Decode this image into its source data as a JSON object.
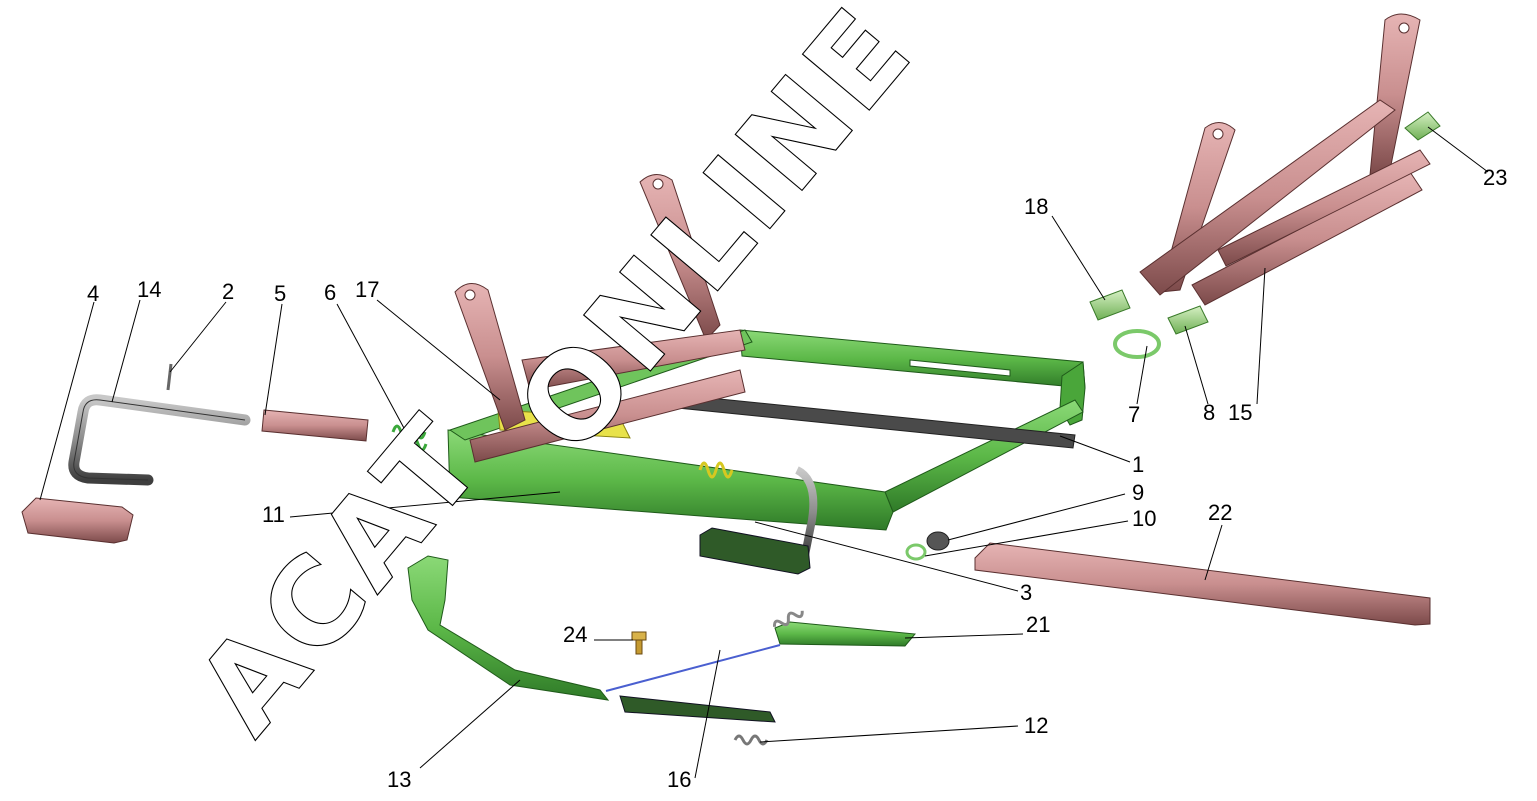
{
  "callouts": [
    {
      "id": "c4",
      "label": "4"
    },
    {
      "id": "c14",
      "label": "14"
    },
    {
      "id": "c2",
      "label": "2"
    },
    {
      "id": "c5",
      "label": "5"
    },
    {
      "id": "c6",
      "label": "6"
    },
    {
      "id": "c17",
      "label": "17"
    },
    {
      "id": "c18",
      "label": "18"
    },
    {
      "id": "c23",
      "label": "23"
    },
    {
      "id": "c7",
      "label": "7"
    },
    {
      "id": "c8",
      "label": "8"
    },
    {
      "id": "c15",
      "label": "15"
    },
    {
      "id": "c1",
      "label": "1"
    },
    {
      "id": "c9",
      "label": "9"
    },
    {
      "id": "c10",
      "label": "10"
    },
    {
      "id": "c22",
      "label": "22"
    },
    {
      "id": "c11",
      "label": "11"
    },
    {
      "id": "c3",
      "label": "3"
    },
    {
      "id": "c21",
      "label": "21"
    },
    {
      "id": "c24",
      "label": "24"
    },
    {
      "id": "c12",
      "label": "12"
    },
    {
      "id": "c13",
      "label": "13"
    },
    {
      "id": "c16",
      "label": "16"
    }
  ],
  "watermark": {
    "line1": "ACAT",
    "line2": "ONLINE"
  },
  "colors": {
    "frame_green": "#5cb848",
    "frame_green_dark": "#2f7a28",
    "arm_rose": "#c98f8f",
    "arm_rose_dark": "#8a5656",
    "part_yellow": "#e8e24a",
    "pin_light_green": "#a6d98a",
    "cable_blue": "#4a5fd0",
    "handle_gray": "#8c8c8c"
  }
}
